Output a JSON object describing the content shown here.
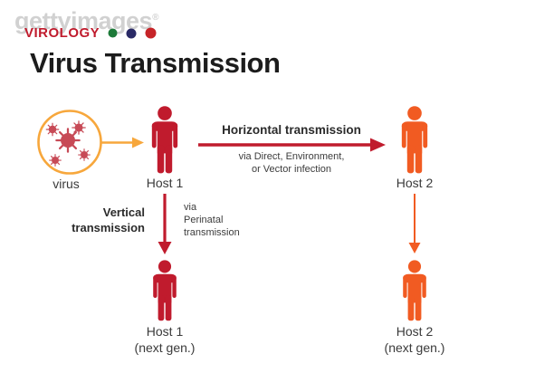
{
  "watermark": {
    "brand": "gettyimages",
    "registered": "®",
    "label": "VIROLOGY"
  },
  "title": "Virus Transmission",
  "colors": {
    "crimson": "#c01b2d",
    "orange": "#f15b22",
    "amber": "#f7a73c",
    "virus_red": "#c74a56",
    "dot_green": "#1d7a39",
    "dot_navy": "#2a2a66",
    "dot_red": "#c62428"
  },
  "icons": {
    "virus": "virus-particle",
    "host": "person-silhouette",
    "arrow": "arrow"
  },
  "diagram": {
    "virus": {
      "label": "virus"
    },
    "hosts": {
      "host1": "Host 1",
      "host2": "Host 2",
      "host1_next": "Host 1",
      "host2_next": "Host 2",
      "next_gen": "(next gen.)"
    },
    "horizontal": {
      "title": "Horizontal transmission",
      "sub1": "via Direct, Environment,",
      "sub2": "or Vector infection"
    },
    "vertical": {
      "title1": "Vertical",
      "title2": "transmission",
      "sub1": "via",
      "sub2": "Perinatal",
      "sub3": "transmission"
    }
  }
}
